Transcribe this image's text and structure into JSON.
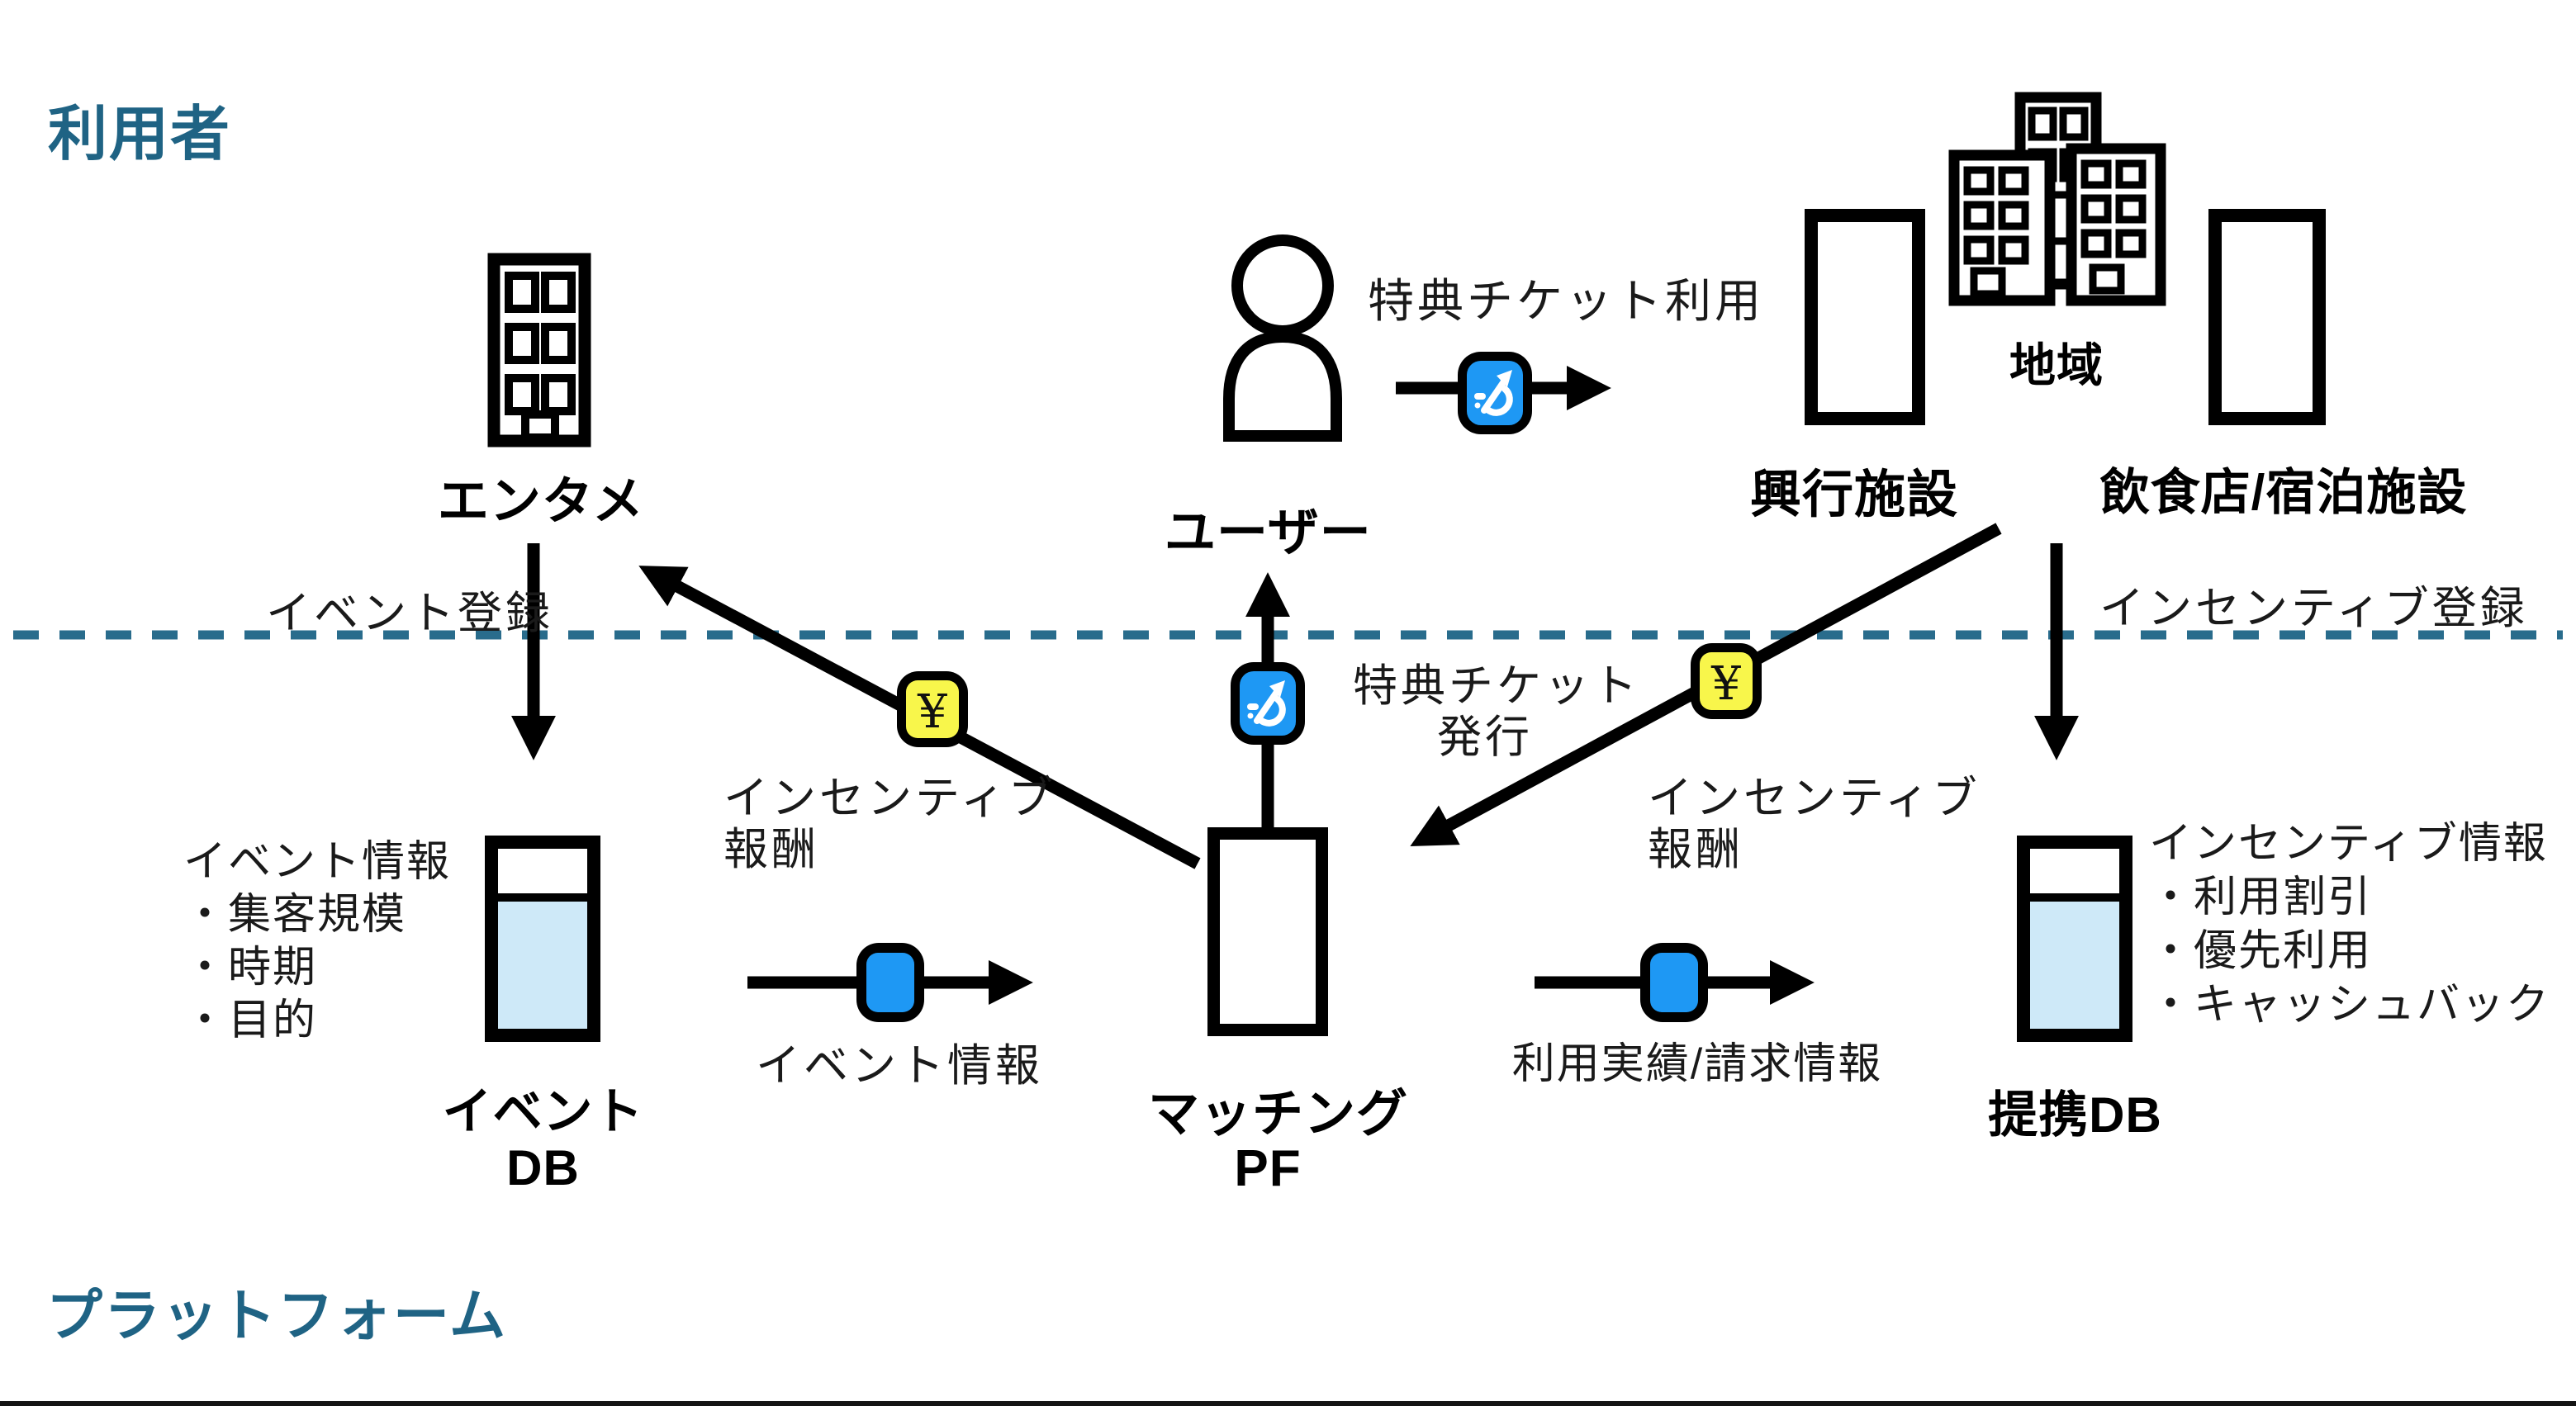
{
  "zones": {
    "top_label": "利用者",
    "bottom_label": "プラットフォーム"
  },
  "colors": {
    "zone_accent": "#1F6384",
    "divider_teal": "#296C8C",
    "icon_blue": "#1E98F4",
    "icon_yellow": "#F8F64B",
    "db_fill_blue": "#CEE9F8",
    "line_black": "#000000"
  },
  "nodes": {
    "entame": {
      "label": "エンタメ"
    },
    "user": {
      "label": "ユーザー"
    },
    "kogyo": {
      "label": "興行施設"
    },
    "region": {
      "label": "地域"
    },
    "inshoku": {
      "label": "飲食店/宿泊施設"
    },
    "event_db": {
      "label_line1": "イベント",
      "label_line2": "DB"
    },
    "matching_pf": {
      "label_line1": "マッチング",
      "label_line2": "PF"
    },
    "teikei_db": {
      "label": "提携DB"
    }
  },
  "annotations": {
    "ticket_use": "特典チケット利用",
    "event_register": "イベント登録",
    "incentive_register": "インセンティブ登録",
    "ticket_issue_line1": "特典チケット",
    "ticket_issue_line2": "発行",
    "incentive_reward_left_line1": "インセンティブ",
    "incentive_reward_left_line2": "報酬",
    "incentive_reward_right_line1": "インセンティブ",
    "incentive_reward_right_line2": "報酬",
    "event_info_flow": "イベント情報",
    "usage_billing_flow": "利用実績/請求情報",
    "yen_symbol": "¥"
  },
  "info_blocks": {
    "event_info": {
      "title": "イベント情報",
      "items": [
        "・集客規模",
        "・時期",
        "・目的"
      ]
    },
    "incentive_info": {
      "title": "インセンティブ情報",
      "items": [
        "・利用割引",
        "・優先利用",
        "・キャッシュバック"
      ]
    }
  }
}
